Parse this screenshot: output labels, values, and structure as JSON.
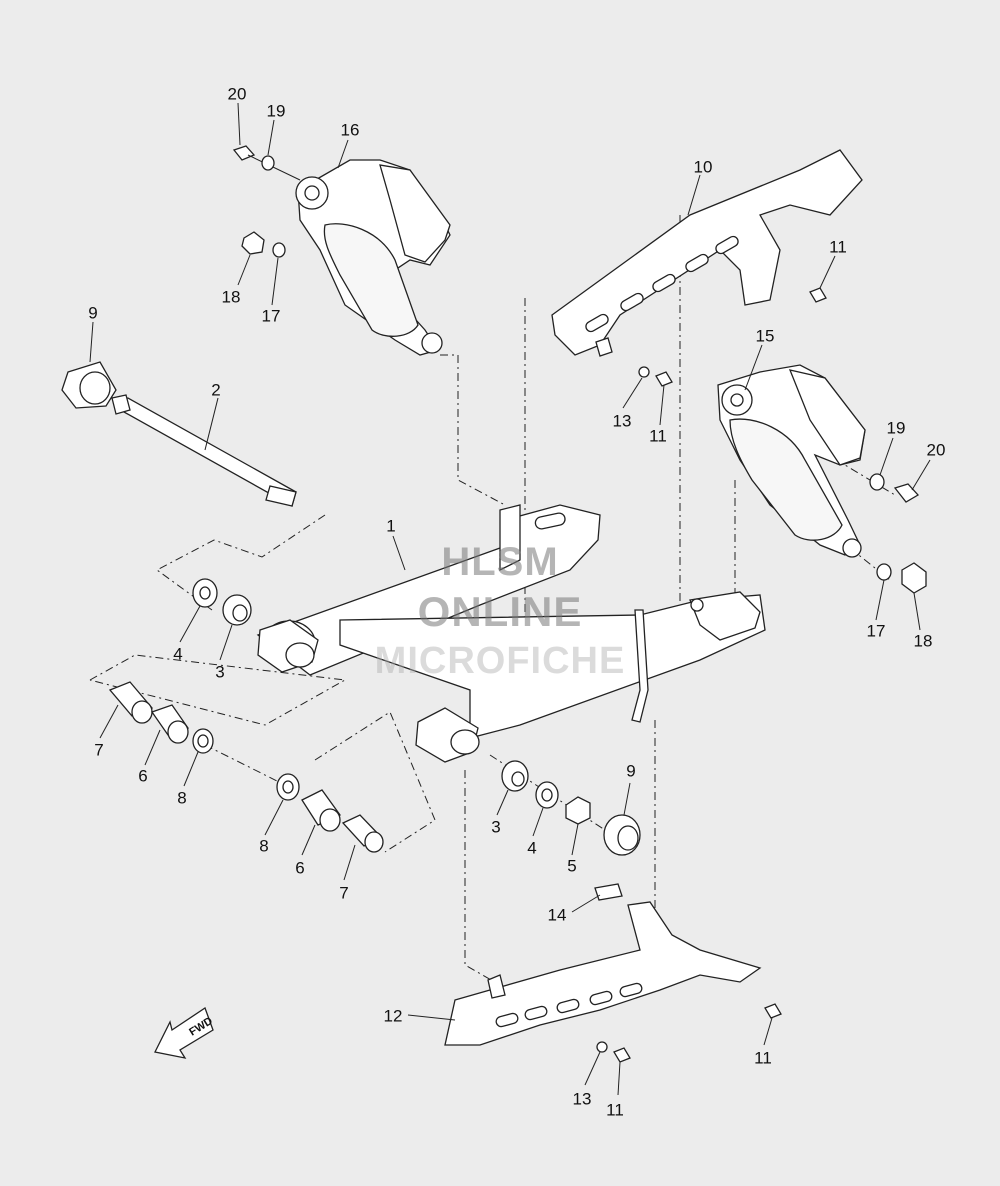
{
  "watermark": {
    "line1": "HLSM",
    "line2": "ONLINE",
    "line3": "MICROFICHE"
  },
  "fwd_label": "FWD",
  "callouts": {
    "c20a": "20",
    "c19a": "19",
    "c16": "16",
    "c10": "10",
    "c11a": "11",
    "c18a": "18",
    "c17a": "17",
    "c9a": "9",
    "c2": "2",
    "c15": "15",
    "c13a": "13",
    "c11b": "11",
    "c19b": "19",
    "c20b": "20",
    "c1": "1",
    "c4a": "4",
    "c3a": "3",
    "c17b": "17",
    "c18b": "18",
    "c7a": "7",
    "c6a": "6",
    "c8a": "8",
    "c9b": "9",
    "c8b": "8",
    "c3b": "3",
    "c4b": "4",
    "c5": "5",
    "c6b": "6",
    "c7b": "7",
    "c14": "14",
    "c12": "12",
    "c11c": "11",
    "c13b": "13",
    "c11d": "11"
  },
  "colors": {
    "background": "#ececec",
    "line": "#222222",
    "part_fill": "#ffffff"
  }
}
